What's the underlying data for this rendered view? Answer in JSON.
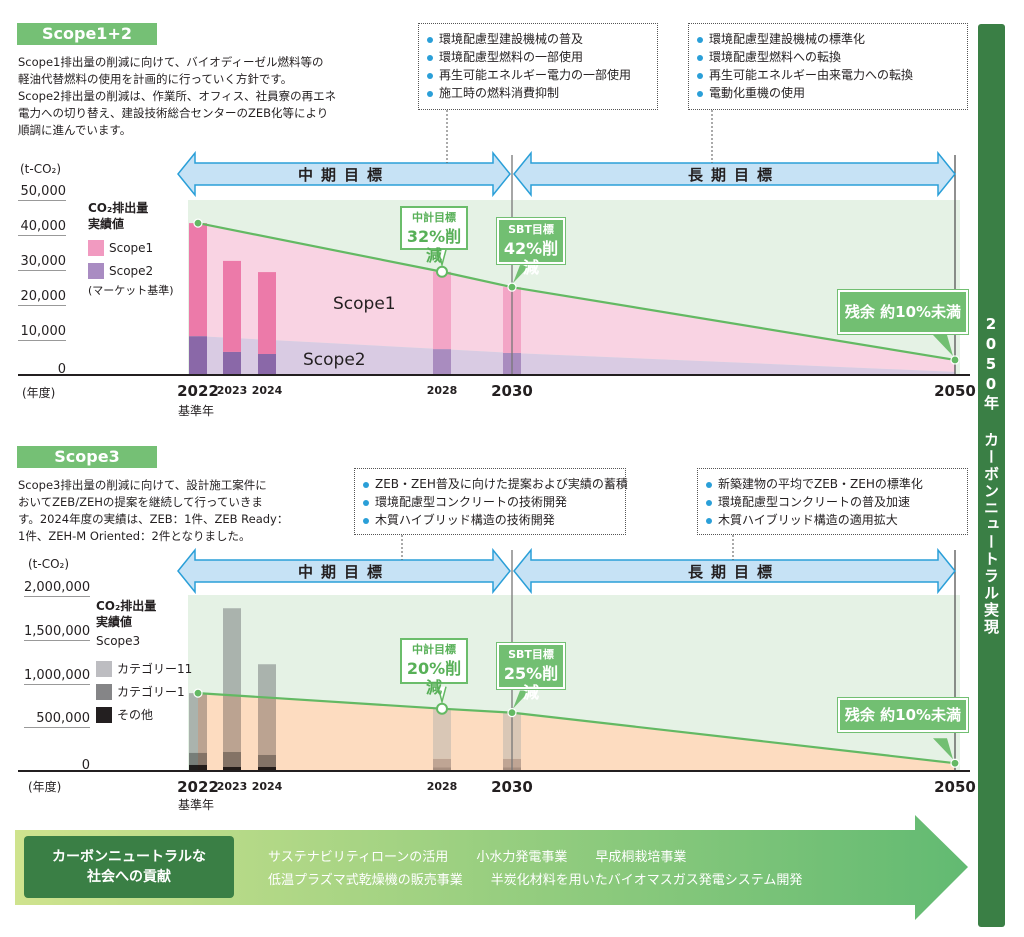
{
  "banner": "2050年 カーボンニュートラル実現",
  "colors": {
    "accent_green": "#75c075",
    "dark_green": "#3a7f45",
    "target_line": "#63b963",
    "plan_bg": "#e5f2e5",
    "arrow_fill": "#c6e2f5",
    "arrow_stroke": "#2a9fd8",
    "scope1": "#ec7aa9",
    "scope2": "#8a68a8",
    "scope1_area": "#f9d3e3",
    "scope2_area": "#d9cbe3",
    "cat11": "#bdbdc1",
    "cat1": "#858587",
    "other": "#231f20",
    "scope3_area": "#fddcc0"
  },
  "scope12": {
    "tag": "Scope1+2",
    "paragraph": [
      "Scope1排出量の削減に向けて、バイオディーゼル燃料等の",
      "軽油代替燃料の使用を計画的に行っていく方針です。",
      "Scope2排出量の削減は、作業所、オフィス、社員寮の再エネ",
      "電力への切り替え、建設技術総合センターのZEB化等により",
      "順調に進んでいます。"
    ],
    "mid_term_box": [
      "環境配慮型建設機械の普及",
      "環境配慮型燃料の一部使用",
      "再生可能エネルギー電力の一部使用",
      "施工時の燃料消費抑制"
    ],
    "long_term_box": [
      "環境配慮型建設機械の標準化",
      "環境配慮型燃料への転換",
      "再生可能エネルギー由来電力への転換",
      "電動化重機の使用"
    ],
    "mid_term_label": "中期目標",
    "long_term_label": "長期目標",
    "legend_title": [
      "CO₂排出量",
      "実績値"
    ],
    "legend": [
      "Scope1",
      "Scope2"
    ],
    "legend_note": "(マーケット基準)",
    "callout_mid": {
      "title": "中計目標",
      "value": "32%削減"
    },
    "callout_sbt": {
      "title": "SBT目標",
      "value": "42%削減"
    },
    "callout_residual": "残余 約10%未満",
    "area_labels": [
      "Scope1",
      "Scope2"
    ]
  },
  "scope3": {
    "tag": "Scope3",
    "paragraph": [
      "Scope3排出量の削減に向けて、設計施工案件に",
      "おいてZEB/ZEHの提案を継続して行っていきま",
      "す。2024年度の実績は、ZEB：1件、ZEB Ready：",
      "1件、ZEH-M Oriented：2件となりました。"
    ],
    "mid_term_box": [
      "ZEB・ZEH普及に向けた提案および実績の蓄積",
      "環境配慮型コンクリートの技術開発",
      "木質ハイブリッド構造の技術開発"
    ],
    "long_term_box": [
      "新築建物の平均でZEB・ZEHの標準化",
      "環境配慮型コンクリートの普及加速",
      "木質ハイブリッド構造の適用拡大"
    ],
    "mid_term_label": "中期目標",
    "long_term_label": "長期目標",
    "legend_title": [
      "CO₂排出量",
      "実績値"
    ],
    "legend_sub": "Scope3",
    "legend": [
      "カテゴリー11",
      "カテゴリー1",
      "その他"
    ],
    "callout_mid": {
      "title": "中計目標",
      "value": "20%削減"
    },
    "callout_sbt": {
      "title": "SBT目標",
      "value": "25%削減"
    },
    "callout_residual": "残余 約10%未満"
  },
  "contribution": {
    "title": [
      "カーボンニュートラルな",
      "社会への貢献"
    ],
    "items_row1": [
      "サステナビリティローンの活用",
      "小水力発電事業",
      "早成桐栽培事業"
    ],
    "items_row2": [
      "低温プラズマ式乾燥機の販売事業",
      "半炭化材料を用いたバイオマスガス発電システム開発"
    ]
  },
  "chart_data": [
    {
      "type": "bar+area",
      "ylabel": "(t-CO₂)",
      "xlabel": "(年度)",
      "ylim": [
        0,
        50000
      ],
      "yticks": [
        0,
        10000,
        20000,
        30000,
        40000,
        50000
      ],
      "ytick_labels": [
        "0",
        "10,000",
        "20,000",
        "30,000",
        "40,000",
        "50,000"
      ],
      "categories": [
        "2022",
        "2023",
        "2024",
        "2028",
        "2030",
        "2050"
      ],
      "base_year_note": "基準年",
      "actual": {
        "years": [
          "2022",
          "2023",
          "2024"
        ],
        "series": [
          {
            "name": "Scope1",
            "values": [
              32300,
              26000,
              23400
            ]
          },
          {
            "name": "Scope2",
            "values": [
              11100,
              6600,
              6000
            ]
          }
        ]
      },
      "target_bars": {
        "years": [
          "2028",
          "2030"
        ],
        "series": [
          {
            "name": "Scope1",
            "values": [
              22100,
              18800
            ]
          },
          {
            "name": "Scope2",
            "values": [
              7400,
              6300
            ]
          }
        ]
      },
      "trajectory": {
        "x": [
          "2022",
          "2028",
          "2030",
          "2050"
        ],
        "total": [
          43400,
          29500,
          25100,
          4300
        ],
        "scope2": [
          11100,
          7400,
          6300,
          900
        ]
      },
      "grid": false
    },
    {
      "type": "bar+area",
      "ylabel": "(t-CO₂)",
      "xlabel": "(年度)",
      "ylim": [
        0,
        2000000
      ],
      "yticks": [
        0,
        500000,
        1000000,
        1500000,
        2000000
      ],
      "ytick_labels": [
        "0",
        "500,000",
        "1,000,000",
        "1,500,000",
        "2,000,000"
      ],
      "categories": [
        "2022",
        "2023",
        "2024",
        "2028",
        "2030",
        "2050"
      ],
      "base_year_note": "基準年",
      "actual": {
        "years": [
          "2022",
          "2023",
          "2024"
        ],
        "series": [
          {
            "name": "カテゴリー11",
            "values": [
              683000,
              1643000,
              1037000
            ]
          },
          {
            "name": "カテゴリー1",
            "values": [
              137000,
              171000,
              137000
            ]
          },
          {
            "name": "その他",
            "values": [
              70000,
              46000,
              46000
            ]
          }
        ]
      },
      "target_bars": {
        "years": [
          "2028",
          "2030"
        ],
        "series": [
          {
            "name": "カテゴリー11",
            "values": [
              570000,
              527000
            ]
          },
          {
            "name": "カテゴリー1",
            "values": [
              100000,
              100000
            ]
          },
          {
            "name": "その他",
            "values": [
              40000,
              40000
            ]
          }
        ]
      },
      "trajectory": {
        "x": [
          "2022",
          "2028",
          "2030",
          "2050"
        ],
        "total": [
          890000,
          712000,
          667000,
          89000
        ]
      },
      "grid": false
    }
  ]
}
